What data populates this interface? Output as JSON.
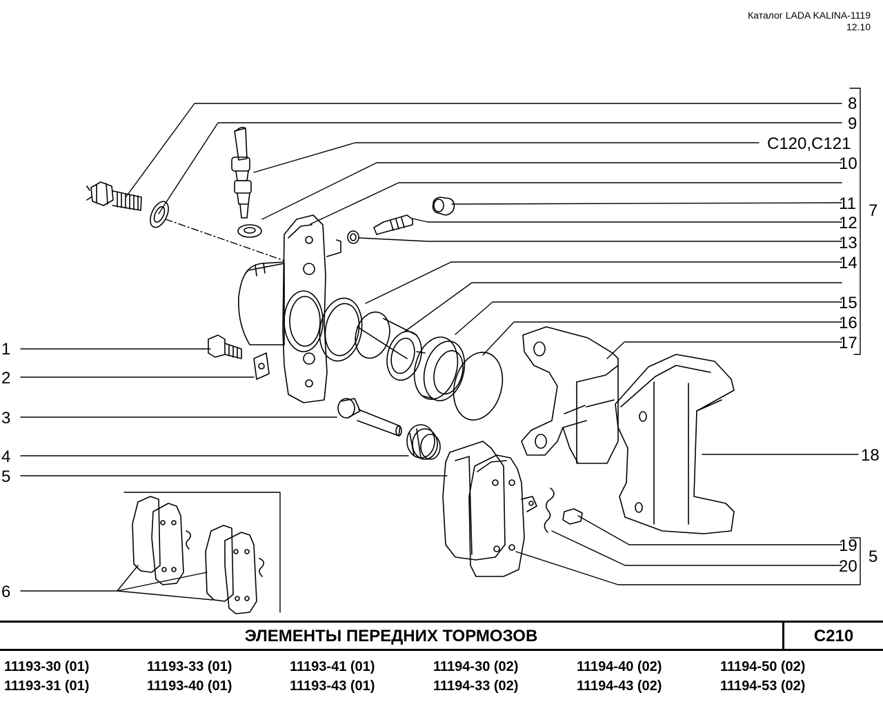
{
  "header": {
    "catalog": "Каталог LADA KALINA-1119",
    "date": "12.10"
  },
  "labels": {
    "l1": "1",
    "l2": "2",
    "l3": "3",
    "l4": "4",
    "l5": "5",
    "l6": "6",
    "r8": "8",
    "r9": "9",
    "rc": "C120,C121",
    "r10": "10",
    "r11": "11",
    "r12": "12",
    "r13": "13",
    "r14": "14",
    "r15": "15",
    "r16": "16",
    "r17": "17",
    "r18": "18",
    "r19": "19",
    "r20": "20",
    "g7": "7",
    "g5": "5"
  },
  "title": {
    "text": "ЭЛЕМЕНТЫ   ПЕРЕДНИХ   ТОРМОЗОВ",
    "code": "C210"
  },
  "models": [
    [
      "11193-30 (01)",
      "11193-31 (01)"
    ],
    [
      "11193-33 (01)",
      "11193-40 (01)"
    ],
    [
      "11193-41 (01)",
      "11193-43 (01)"
    ],
    [
      "11194-30 (02)",
      "11194-33 (02)"
    ],
    [
      "11194-40 (02)",
      "11194-43 (02)"
    ],
    [
      "11194-50 (02)",
      "11194-53 (02)"
    ]
  ]
}
